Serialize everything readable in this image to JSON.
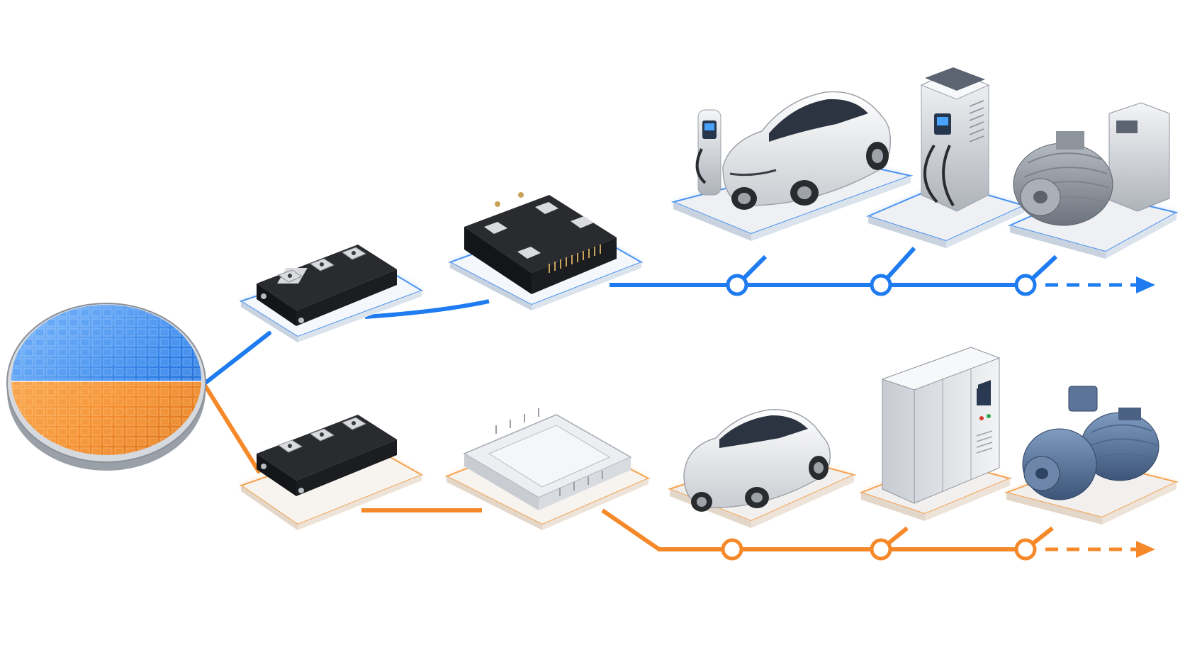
{
  "colors": {
    "blue_line": "#1e7bf0",
    "blue_glow": "#7fb8ff",
    "orange_line": "#f5892a",
    "orange_glow": "#ffc38a",
    "module_black": "#1c1d20",
    "module_white": "#e9eaec",
    "platform": "#eef0f3"
  },
  "icons": {
    "wafer": "wafer-icon",
    "igbt_module": "power-module-icon",
    "ipm_module": "intelligent-power-module-icon",
    "white_module": "white-power-module-icon",
    "charger": "ev-charger-icon",
    "car": "electric-car-icon",
    "fast_charger": "dc-fast-charger-icon",
    "motor": "industrial-motor-icon",
    "cabinet": "electrical-cabinet-icon",
    "gear_motor": "gear-motor-icon"
  },
  "diagram": {
    "branches": [
      {
        "name": "blue",
        "stages": [
          "wafer",
          "igbt_module",
          "ipm_module",
          "ev_and_charger",
          "fast_charger",
          "motor"
        ]
      },
      {
        "name": "orange",
        "stages": [
          "wafer",
          "igbt_module",
          "white_module",
          "car",
          "cabinet",
          "gear_motor"
        ]
      }
    ]
  }
}
